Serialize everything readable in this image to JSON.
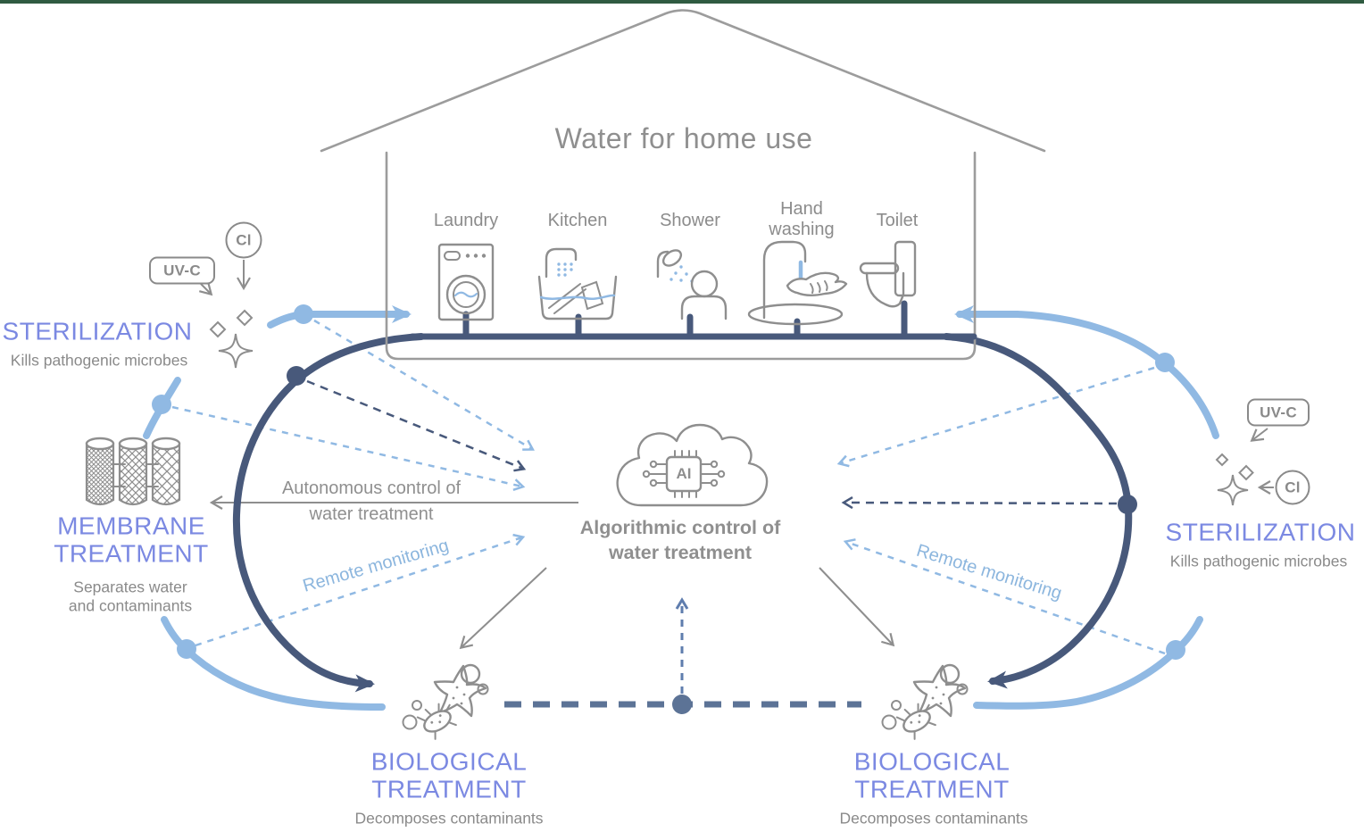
{
  "colors": {
    "purple": "#7B89E2",
    "navy": "#48597B",
    "blue": "#90B9E3",
    "slate": "#5C7396",
    "slate2": "#5F7DAE",
    "gray_line": "#8E8E8E",
    "text_gray": "#8A8A8A",
    "house_gray": "#9C9C9C",
    "green_bar": "#2F5B41"
  },
  "house": {
    "title": "Water for home use",
    "appliances": [
      {
        "label": "Laundry"
      },
      {
        "label": "Kitchen"
      },
      {
        "label": "Shower"
      },
      {
        "label": "Hand washing"
      },
      {
        "label": "Toilet"
      }
    ]
  },
  "center": {
    "ai_chip_label": "AI",
    "title": "Algorithmic control of water treatment"
  },
  "annotations": {
    "autonomous_label": "Autonomous control of water treatment",
    "remote_monitoring_left": "Remote monitoring",
    "remote_monitoring_right": "Remote monitoring"
  },
  "stations": {
    "sterilization_left": {
      "title": "STERILIZATION",
      "subtitle": "Kills pathogenic microbes",
      "uv_badge": "UV-C",
      "cl_badge": "Cl"
    },
    "sterilization_right": {
      "title": "STERILIZATION",
      "subtitle": "Kills pathogenic microbes",
      "uv_badge": "UV-C",
      "cl_badge": "Cl"
    },
    "membrane": {
      "title": "MEMBRANE TREATMENT",
      "subtitle": "Separates water and contaminants"
    },
    "biological_left": {
      "title": "BIOLOGICAL TREATMENT",
      "subtitle": "Decomposes contaminants"
    },
    "biological_right": {
      "title": "BIOLOGICAL TREATMENT",
      "subtitle": "Decomposes contaminants"
    }
  }
}
